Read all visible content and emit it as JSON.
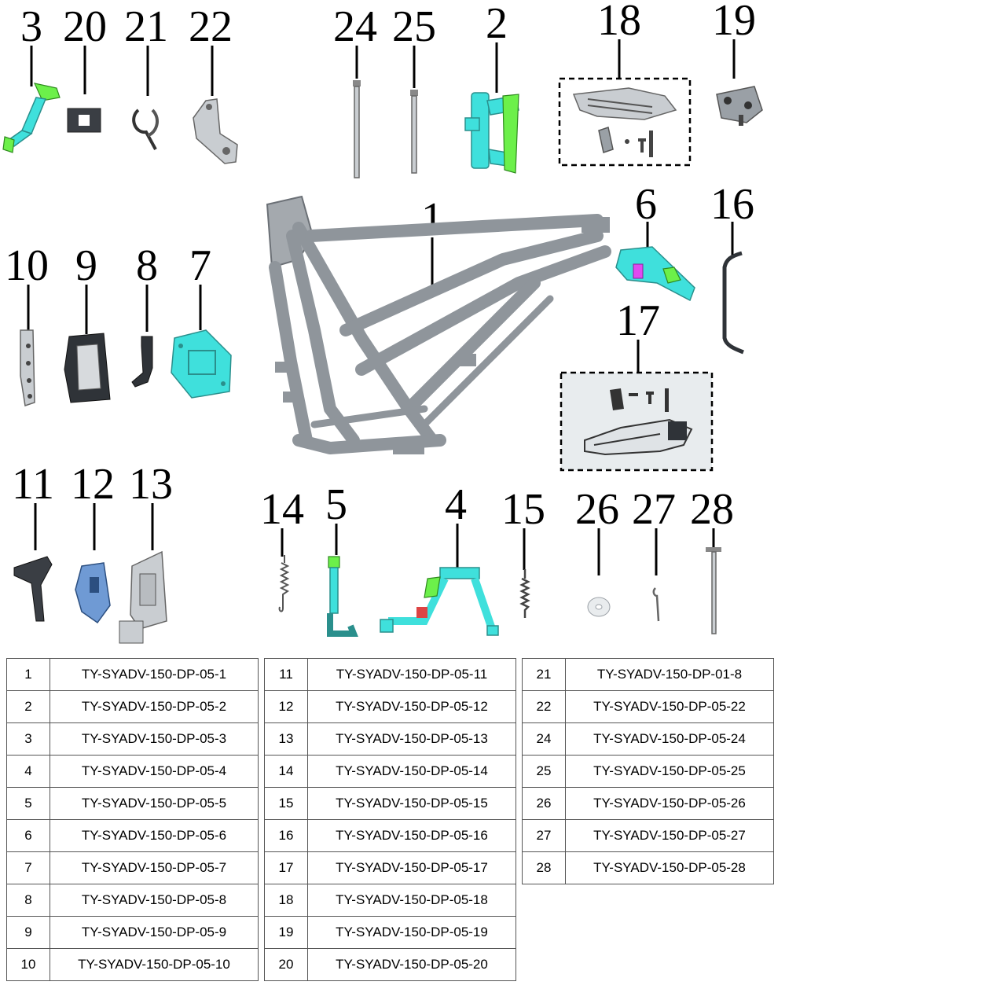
{
  "callouts": [
    "3",
    "20",
    "21",
    "22",
    "24",
    "25",
    "2",
    "18",
    "19",
    "10",
    "9",
    "8",
    "7",
    "1",
    "6",
    "16",
    "17",
    "11",
    "12",
    "13",
    "14",
    "5",
    "4",
    "15",
    "26",
    "27",
    "28"
  ],
  "table1": [
    {
      "no": "1",
      "code": "TY-SYADV-150-DP-05-1"
    },
    {
      "no": "2",
      "code": "TY-SYADV-150-DP-05-2"
    },
    {
      "no": "3",
      "code": "TY-SYADV-150-DP-05-3"
    },
    {
      "no": "4",
      "code": "TY-SYADV-150-DP-05-4"
    },
    {
      "no": "5",
      "code": "TY-SYADV-150-DP-05-5"
    },
    {
      "no": "6",
      "code": "TY-SYADV-150-DP-05-6"
    },
    {
      "no": "7",
      "code": "TY-SYADV-150-DP-05-7"
    },
    {
      "no": "8",
      "code": "TY-SYADV-150-DP-05-8"
    },
    {
      "no": "9",
      "code": "TY-SYADV-150-DP-05-9"
    },
    {
      "no": "10",
      "code": "TY-SYADV-150-DP-05-10"
    }
  ],
  "table2": [
    {
      "no": "11",
      "code": "TY-SYADV-150-DP-05-11"
    },
    {
      "no": "12",
      "code": "TY-SYADV-150-DP-05-12"
    },
    {
      "no": "13",
      "code": "TY-SYADV-150-DP-05-13"
    },
    {
      "no": "14",
      "code": "TY-SYADV-150-DP-05-14"
    },
    {
      "no": "15",
      "code": "TY-SYADV-150-DP-05-15"
    },
    {
      "no": "16",
      "code": "TY-SYADV-150-DP-05-16"
    },
    {
      "no": "17",
      "code": "TY-SYADV-150-DP-05-17"
    },
    {
      "no": "18",
      "code": "TY-SYADV-150-DP-05-18"
    },
    {
      "no": "19",
      "code": "TY-SYADV-150-DP-05-19"
    },
    {
      "no": "20",
      "code": "TY-SYADV-150-DP-05-20"
    }
  ],
  "table3": [
    {
      "no": "21",
      "code": "TY-SYADV-150-DP-01-8"
    },
    {
      "no": "22",
      "code": "TY-SYADV-150-DP-05-22"
    },
    {
      "no": "24",
      "code": "TY-SYADV-150-DP-05-24"
    },
    {
      "no": "25",
      "code": "TY-SYADV-150-DP-05-25"
    },
    {
      "no": "26",
      "code": "TY-SYADV-150-DP-05-26"
    },
    {
      "no": "27",
      "code": "TY-SYADV-150-DP-05-27"
    },
    {
      "no": "28",
      "code": "TY-SYADV-150-DP-05-28"
    }
  ]
}
